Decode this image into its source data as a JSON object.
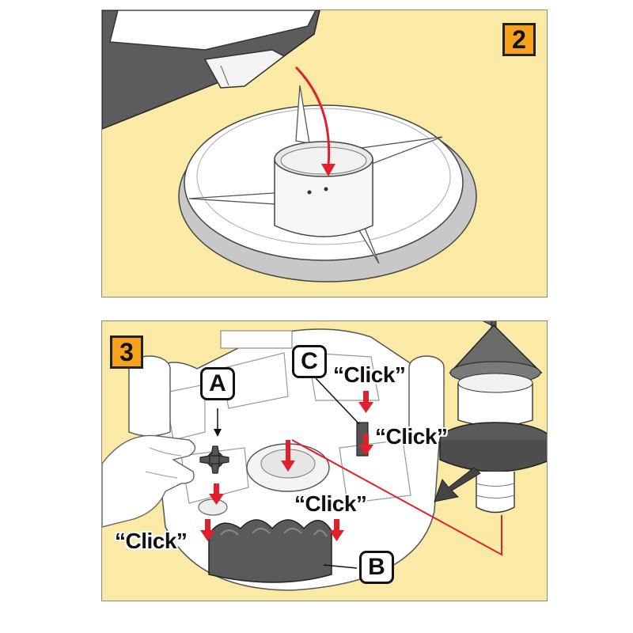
{
  "steps": {
    "step_2": {
      "number": "2"
    },
    "step_3": {
      "number": "3",
      "callouts": {
        "a": "A",
        "b": "B",
        "c": "C"
      },
      "click_labels": [
        "“Click”",
        "“Click”",
        "“Click”",
        "“Click”"
      ]
    }
  },
  "colors": {
    "panel_background": "#fbe9a6",
    "badge": "#f6a21c",
    "arrow_red": "#e0202a",
    "part_dark": "#5a5a5a",
    "outline": "#222222"
  }
}
